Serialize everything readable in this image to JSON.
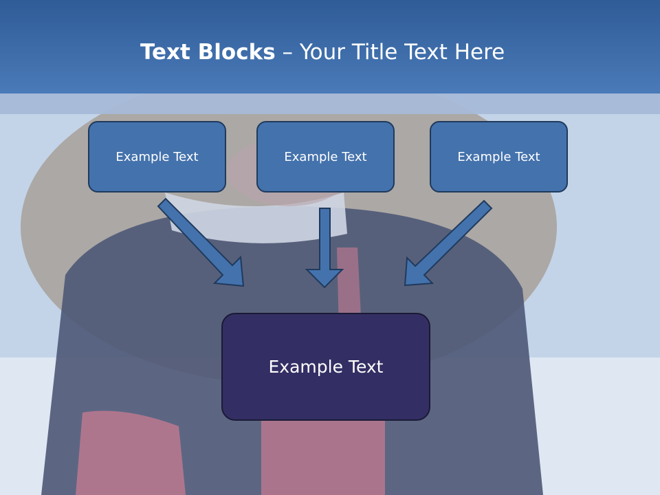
{
  "slide": {
    "title_bold": "Text Blocks",
    "title_rest": " – Your Title Text Here",
    "boxes": [
      {
        "label": "Example Text"
      },
      {
        "label": "Example Text"
      },
      {
        "label": "Example Text"
      }
    ],
    "main_box": {
      "label": "Example Text"
    }
  },
  "colors": {
    "title_bar": "#3d6aa8",
    "box_fill": "#4472ac",
    "main_box_fill": "#332f64",
    "arrow_fill": "#4472ac"
  }
}
